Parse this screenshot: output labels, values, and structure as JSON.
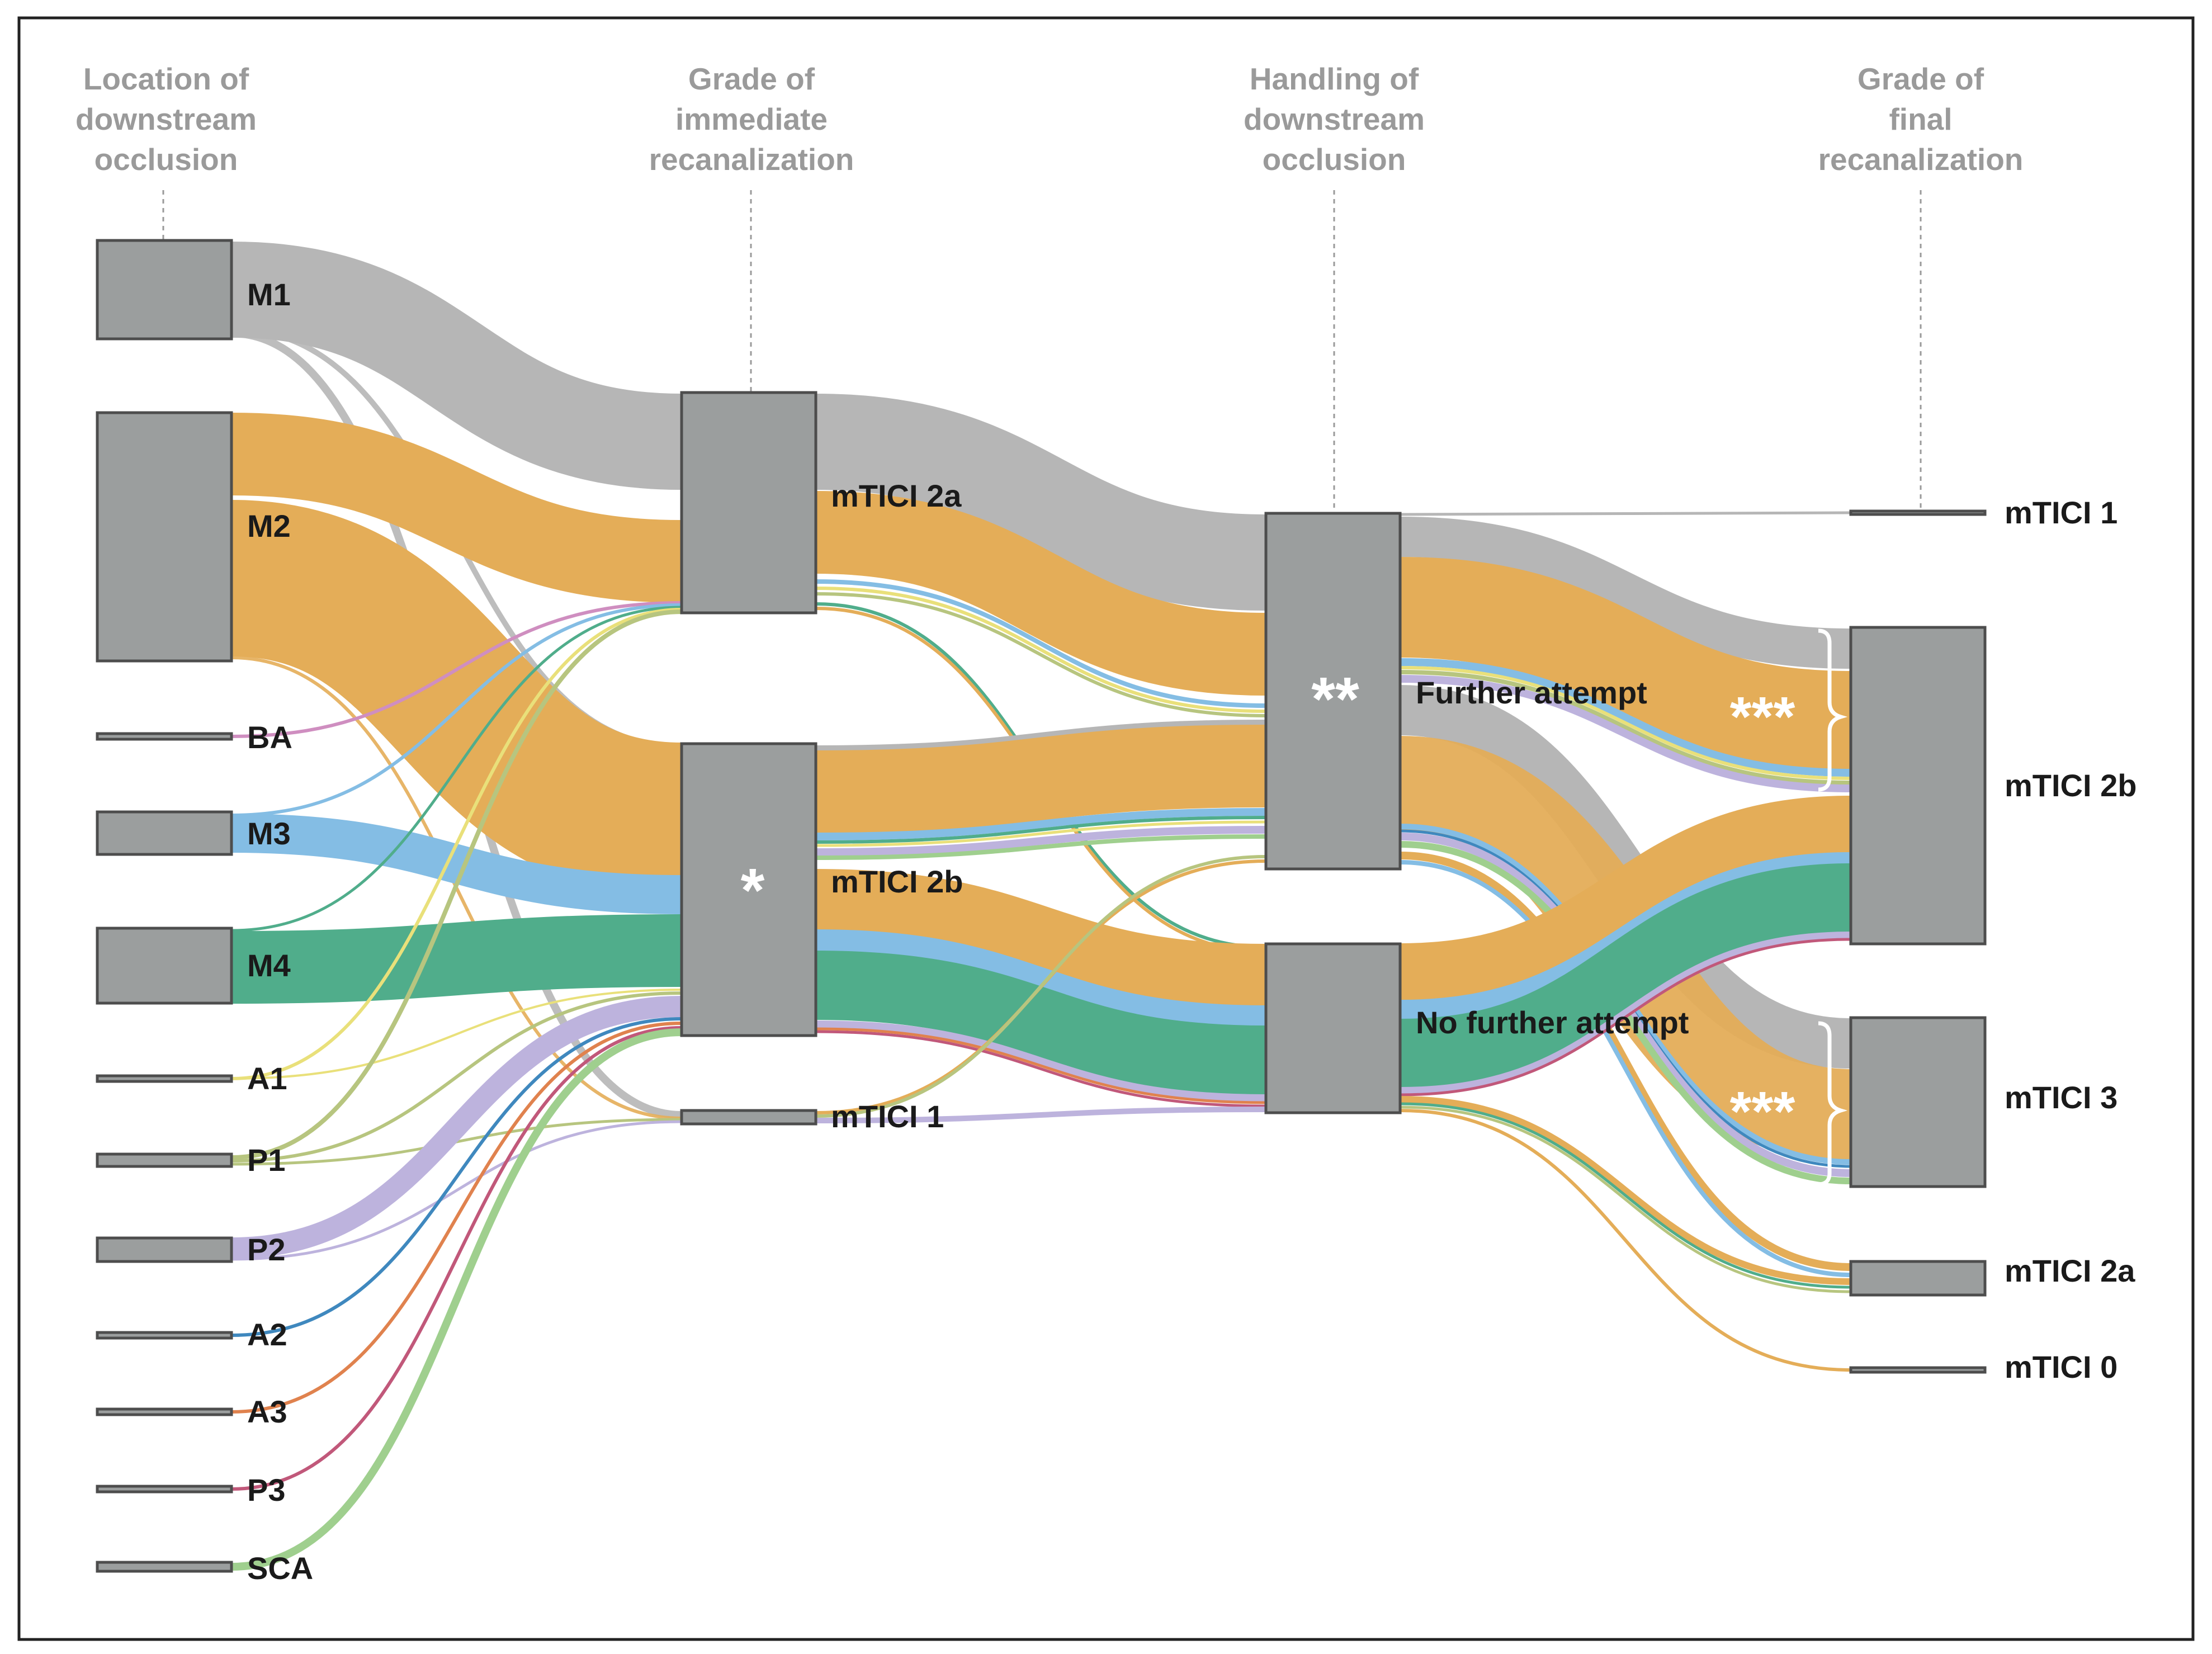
{
  "colors": {
    "node_fill": "#9b9e9e",
    "frame": "#222222",
    "column_title": "#9a9a9a",
    "M1": "#b6b6b6",
    "M2": "#e4ad58",
    "M3": "#84bde4",
    "M4": "#50ad8b",
    "BA": "#cf8ec0",
    "A1": "#e9e07a",
    "P1": "#b7c57f",
    "P2": "#bdb3dd",
    "A2": "#3f88be",
    "A3": "#e0824e",
    "P3": "#c1587a",
    "SCA": "#9fcf8e"
  },
  "columns": [
    {
      "id": "location",
      "title_lines": [
        "Location of",
        "downstream",
        "occlusion"
      ]
    },
    {
      "id": "immediate",
      "title_lines": [
        "Grade of",
        "immediate",
        "recanalization"
      ]
    },
    {
      "id": "handling",
      "title_lines": [
        "Handling of",
        "downstream",
        "occlusion"
      ]
    },
    {
      "id": "final",
      "title_lines": [
        "Grade of",
        "final",
        "recanalization"
      ]
    }
  ],
  "nodes": {
    "location": [
      {
        "id": "M1",
        "label": "M1"
      },
      {
        "id": "M2",
        "label": "M2"
      },
      {
        "id": "BA",
        "label": "BA"
      },
      {
        "id": "M3",
        "label": "M3"
      },
      {
        "id": "M4",
        "label": "M4"
      },
      {
        "id": "A1",
        "label": "A1"
      },
      {
        "id": "P1",
        "label": "P1"
      },
      {
        "id": "P2",
        "label": "P2"
      },
      {
        "id": "A2",
        "label": "A2"
      },
      {
        "id": "A3",
        "label": "A3"
      },
      {
        "id": "P3",
        "label": "P3"
      },
      {
        "id": "SCA",
        "label": "SCA"
      }
    ],
    "immediate": [
      {
        "id": "I2a",
        "label": "mTICI 2a"
      },
      {
        "id": "I2b",
        "label": "mTICI 2b",
        "marker": "*"
      },
      {
        "id": "I1",
        "label": "mTICI 1"
      }
    ],
    "handling": [
      {
        "id": "HF",
        "label": "Further attempt",
        "marker": "**"
      },
      {
        "id": "HN",
        "label": "No further attempt"
      }
    ],
    "final": [
      {
        "id": "F1",
        "label": "mTICI 1"
      },
      {
        "id": "F2b",
        "label": "mTICI 2b"
      },
      {
        "id": "F3",
        "label": "mTICI 3"
      },
      {
        "id": "F2a",
        "label": "mTICI 2a"
      },
      {
        "id": "F0",
        "label": "mTICI 0"
      }
    ]
  },
  "annotations": {
    "final_2b_marker": "***",
    "final_3_marker": "***"
  }
}
